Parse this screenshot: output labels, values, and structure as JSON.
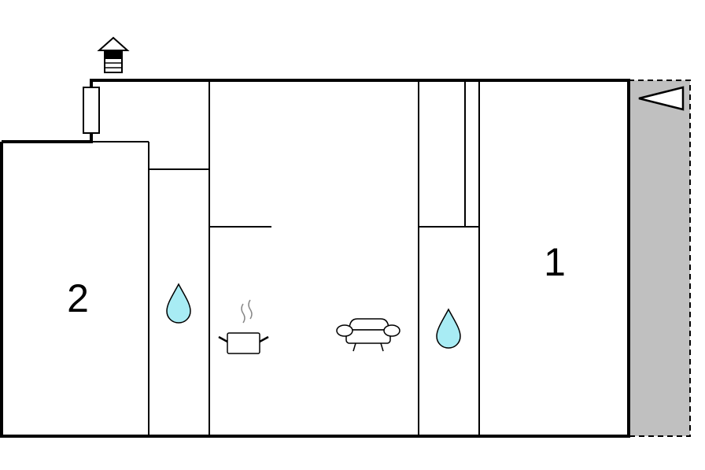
{
  "floorplan": {
    "rooms": [
      {
        "id": "room-1",
        "label": "1"
      },
      {
        "id": "room-2",
        "label": "2"
      }
    ],
    "icons": [
      "entrance-arrow-icon",
      "chimney-icon",
      "water-drop-icon",
      "cooking-pot-icon",
      "sofa-icon",
      "terrace-direction-icon"
    ],
    "colors": {
      "wall": "#000000",
      "terrace_fill": "#c0c0c0",
      "water_fill": "#a8ecf4",
      "background": "#ffffff"
    }
  }
}
